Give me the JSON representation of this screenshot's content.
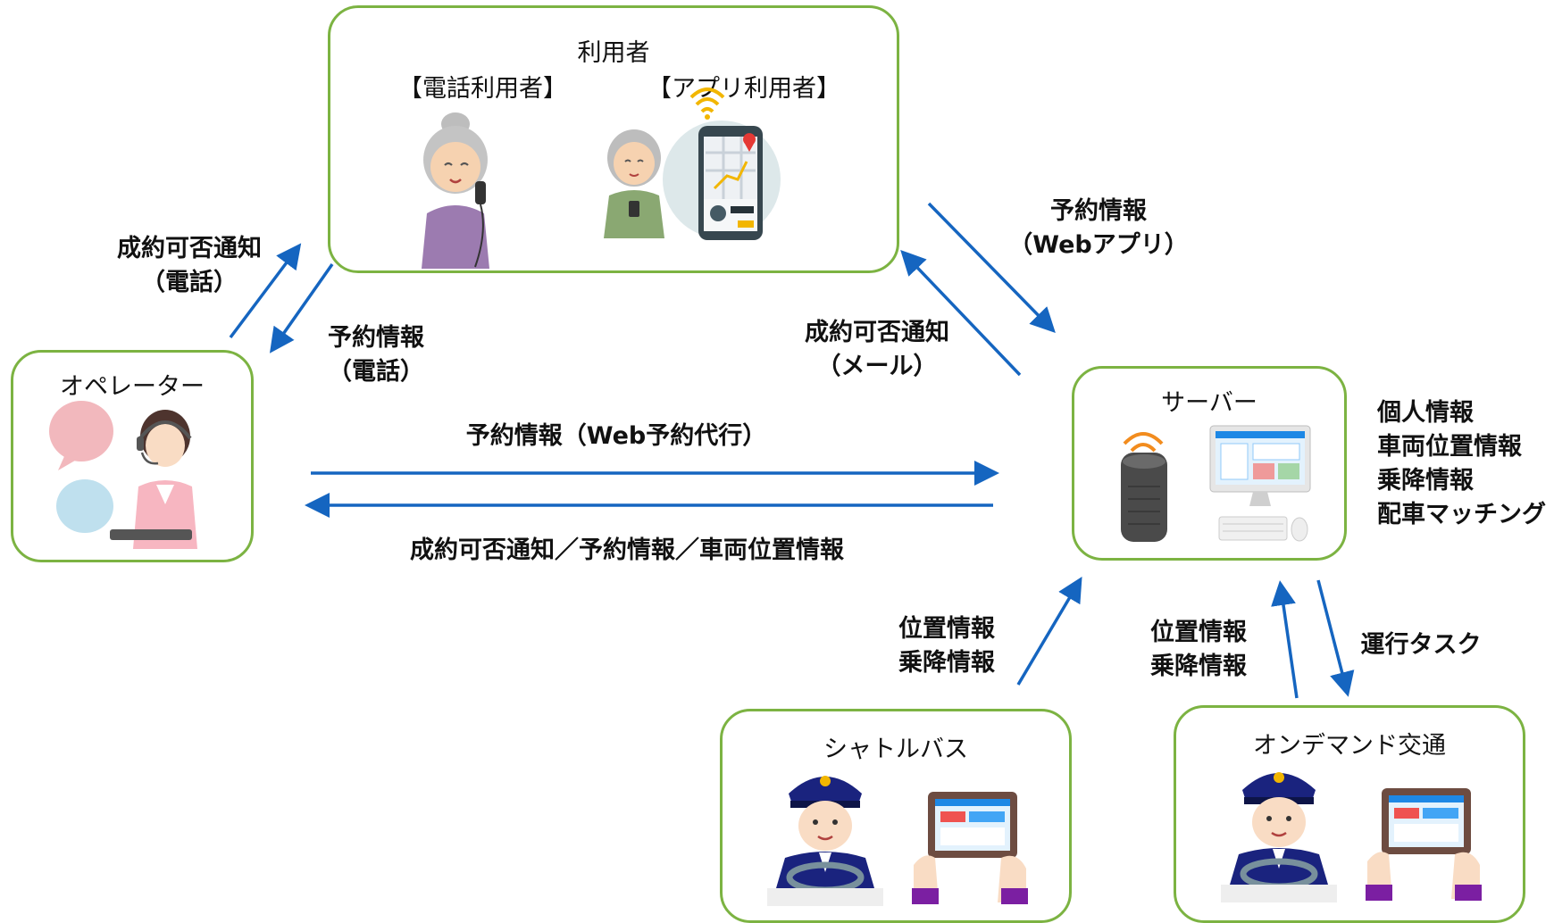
{
  "colors": {
    "box_border": "#7cb342",
    "arrow": "#1565c0"
  },
  "user_box": {
    "title": "利用者",
    "phone_label": "【電話利用者】",
    "app_label": "【アプリ利用者】"
  },
  "operator_box": {
    "title": "オペレーター"
  },
  "server_box": {
    "title": "サーバー"
  },
  "shuttle_box": {
    "title": "シャトルバス"
  },
  "ondemand_box": {
    "title": "オンデマンド交通"
  },
  "labels": {
    "notify_phone": [
      "成約可否通知",
      "（電話）"
    ],
    "reserve_phone": [
      "予約情報",
      "（電話）"
    ],
    "reserve_web_app": [
      "予約情報",
      "（Webアプリ）"
    ],
    "notify_mail": [
      "成約可否通知",
      "（メール）"
    ],
    "reserve_web_proxy": "予約情報（Web予約代行）",
    "notify_reserve_vehicle": "成約可否通知／予約情報／車両位置情報",
    "server_functions": [
      "個人情報",
      "車両位置情報",
      "乗降情報",
      "配車マッチング"
    ],
    "shuttle_to_server": [
      "位置情報",
      "乗降情報"
    ],
    "ondemand_to_server": [
      "位置情報",
      "乗降情報"
    ],
    "server_to_ondemand": "運行タスク"
  },
  "icons": {
    "phone_user": "elderly-woman-phone-icon",
    "app_user": "elderly-woman-smartphone-icon",
    "smartphone_map": "smartphone-map-icon",
    "wifi": "wifi-icon",
    "operator": "operator-headset-icon",
    "speaker": "smart-speaker-icon",
    "computer": "desktop-computer-icon",
    "driver": "bus-driver-icon",
    "tablet": "tablet-icon"
  }
}
